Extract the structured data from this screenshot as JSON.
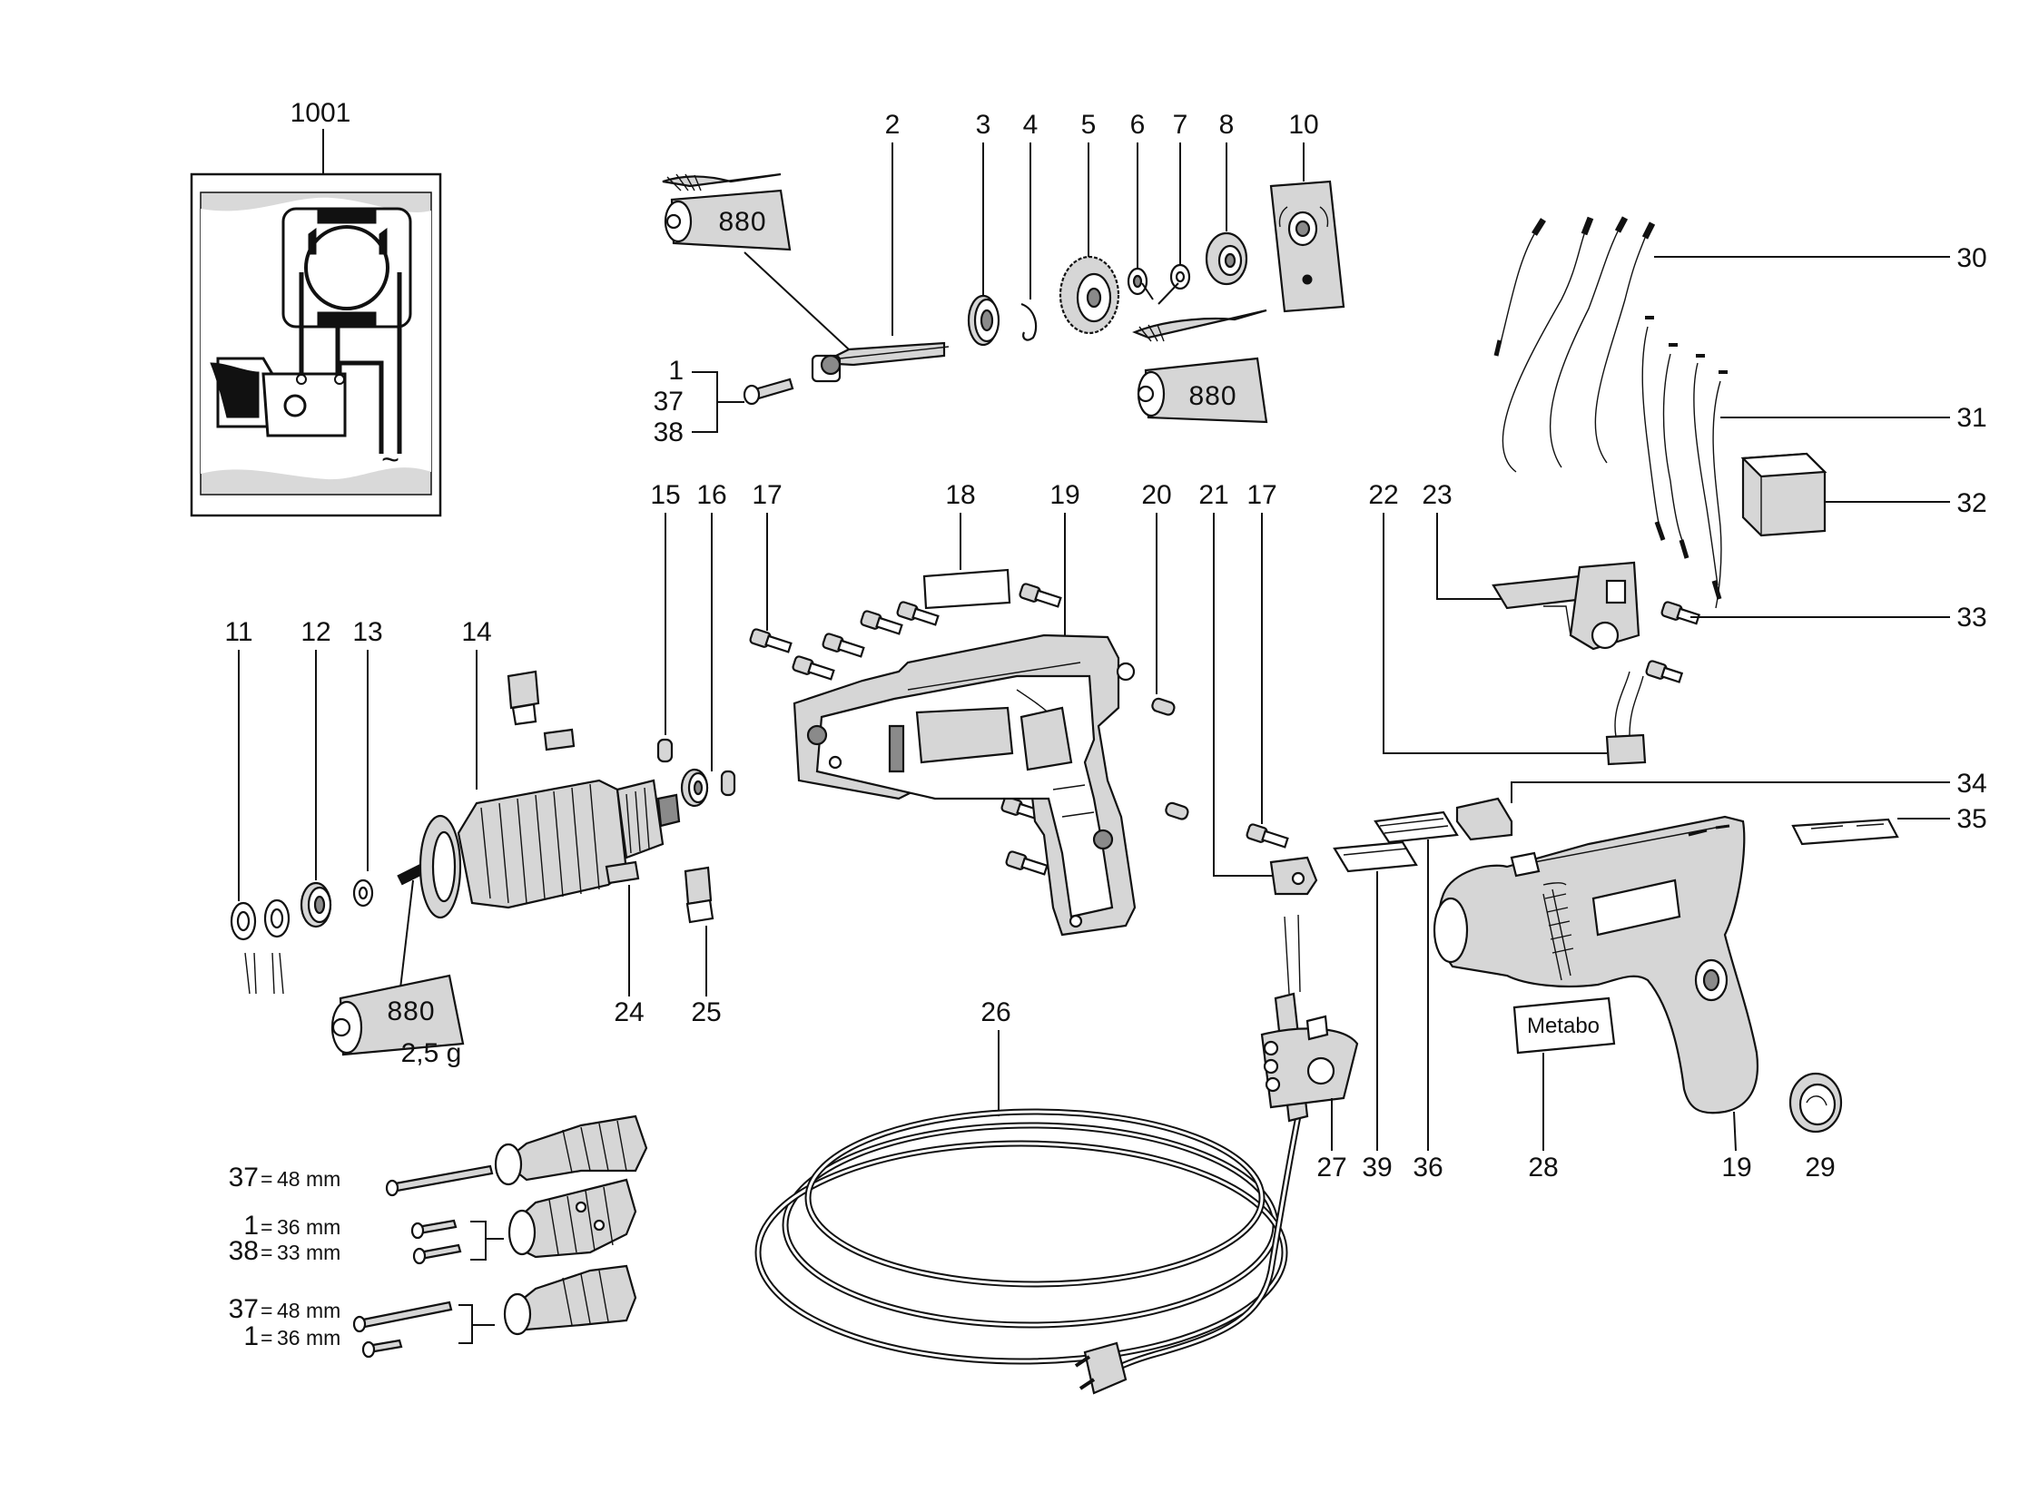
{
  "labels": {
    "l1001": "1001",
    "l2": "2",
    "l3": "3",
    "l4": "4",
    "l5": "5",
    "l6": "6",
    "l7": "7",
    "l8": "8",
    "l10": "10",
    "l1": "1",
    "l37": "37",
    "l38": "38",
    "l30": "30",
    "l31": "31",
    "l32": "32",
    "l33": "33",
    "l34": "34",
    "l35": "35",
    "l15": "15",
    "l16": "16",
    "l17a": "17",
    "l18": "18",
    "l19a": "19",
    "l20": "20",
    "l21": "21",
    "l17b": "17",
    "l22": "22",
    "l23": "23",
    "l11": "11",
    "l12": "12",
    "l13": "13",
    "l14": "14",
    "l24": "24",
    "l25": "25",
    "l26": "26",
    "l27": "27",
    "l39": "39",
    "l36": "36",
    "l28": "28",
    "l19b": "19",
    "l29": "29"
  },
  "grease_tubes": {
    "top_left": "880",
    "top_right": "880",
    "bottom": "880",
    "bottom_amount": "2,5 g"
  },
  "brand_plate": "Metabo",
  "schematic_symbol": "~",
  "chuck_options": [
    {
      "part": "37",
      "eq": "=",
      "length": "48 mm"
    },
    {
      "part": "1",
      "eq": "=",
      "length": "36 mm"
    },
    {
      "part": "38",
      "eq": "=",
      "length": "33 mm"
    },
    {
      "part": "37",
      "eq": "=",
      "length": "48 mm"
    },
    {
      "part": "1",
      "eq": "=",
      "length": "36 mm"
    }
  ]
}
